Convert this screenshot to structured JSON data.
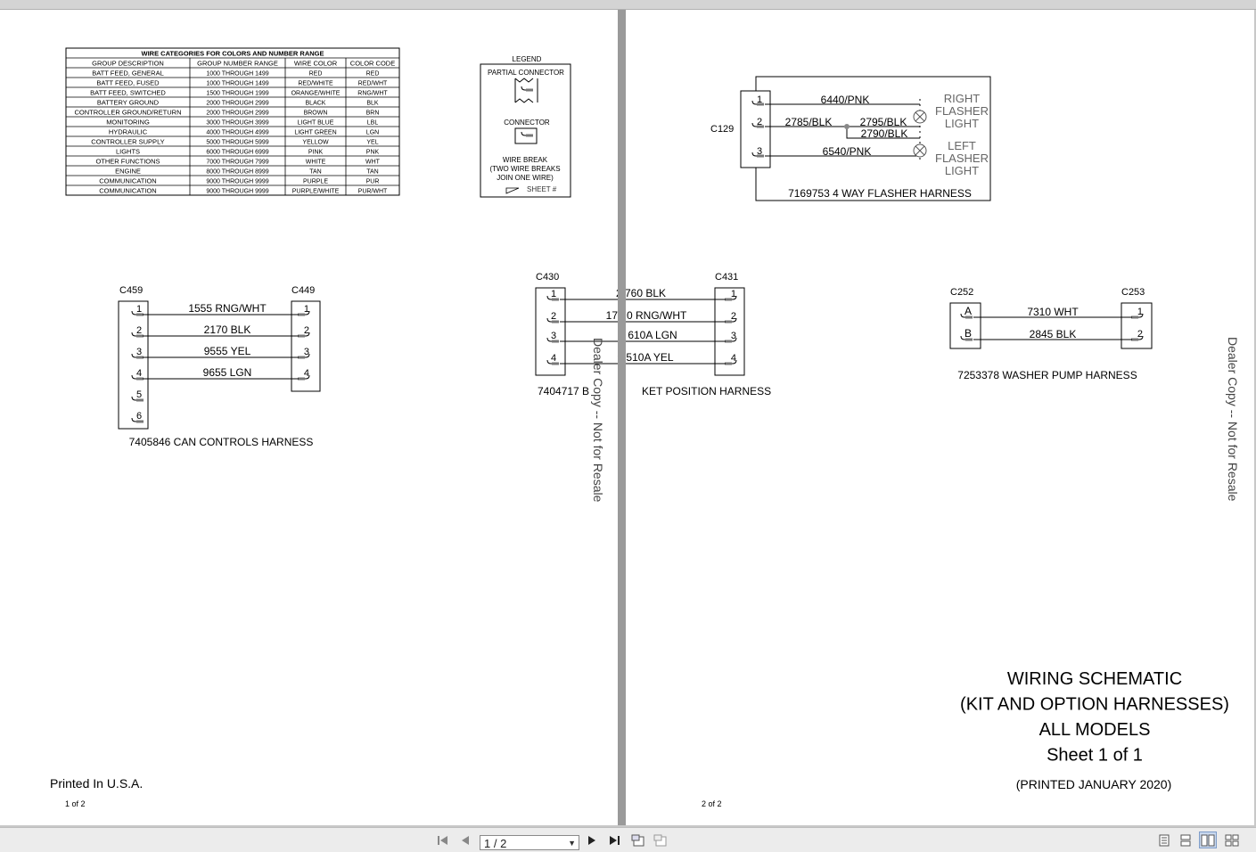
{
  "pages": [
    {
      "wire_table": {
        "title": "WIRE CATEGORIES FOR COLORS AND NUMBER RANGE",
        "headers": [
          "GROUP DESCRIPTION",
          "GROUP NUMBER RANGE",
          "WIRE COLOR",
          "COLOR CODE"
        ],
        "rows": [
          [
            "BATT FEED, GENERAL",
            "1000 THROUGH 1499",
            "RED",
            "RED"
          ],
          [
            "BATT FEED, FUSED",
            "1000 THROUGH 1499",
            "RED/WHITE",
            "RED/WHT"
          ],
          [
            "BATT FEED, SWITCHED",
            "1500 THROUGH 1999",
            "ORANGE/WHITE",
            "RNG/WHT"
          ],
          [
            "BATTERY GROUND",
            "2000 THROUGH 2999",
            "BLACK",
            "BLK"
          ],
          [
            "CONTROLLER GROUND/RETURN",
            "2000 THROUGH 2999",
            "BROWN",
            "BRN"
          ],
          [
            "MONITORING",
            "3000 THROUGH 3999",
            "LIGHT BLUE",
            "LBL"
          ],
          [
            "HYDRAULIC",
            "4000 THROUGH 4999",
            "LIGHT GREEN",
            "LGN"
          ],
          [
            "CONTROLLER SUPPLY",
            "5000 THROUGH 5999",
            "YELLOW",
            "YEL"
          ],
          [
            "LIGHTS",
            "6000 THROUGH 6999",
            "PINK",
            "PNK"
          ],
          [
            "OTHER FUNCTIONS",
            "7000 THROUGH 7999",
            "WHITE",
            "WHT"
          ],
          [
            "ENGINE",
            "8000 THROUGH 8999",
            "TAN",
            "TAN"
          ],
          [
            "COMMUNICATION",
            "9000 THROUGH 9999",
            "PURPLE",
            "PUR"
          ],
          [
            "COMMUNICATION",
            "9000 THROUGH 9999",
            "PURPLE/WHITE",
            "PUR/WHT"
          ]
        ]
      },
      "legend": {
        "title": "LEGEND",
        "partial_connector": "PARTIAL CONNECTOR",
        "connector": "CONNECTOR",
        "wire_break_lines": [
          "WIRE BREAK",
          "(TWO WIRE BREAKS",
          "JOIN ONE WIRE)"
        ],
        "sheet_label": "SHEET #"
      },
      "can_harness": {
        "left_connector": "C459",
        "right_connector": "C449",
        "left_pins": [
          "1",
          "2",
          "3",
          "4",
          "5",
          "6"
        ],
        "right_pins": [
          "1",
          "2",
          "3",
          "4"
        ],
        "wires": [
          "1555 RNG/WHT",
          "2170 BLK",
          "9555 YEL",
          "9655 LGN"
        ],
        "title": "7405846 CAN CONTROLS HARNESS"
      },
      "bucket_harness": {
        "left_connector": "C430",
        "right_connector": "C431",
        "pins": [
          "1",
          "2",
          "3",
          "4"
        ],
        "wires": [
          "2 760 BLK",
          "173 0 RNG/WHT",
          "9 610A LGN",
          "9 510A YEL"
        ],
        "title_left": "7404717 B",
        "title_right": "KET POSITION HARNESS"
      },
      "watermark": "Dealer Copy -- Not for Resale",
      "printed": "Printed In U.S.A.",
      "page_number": "1 of 2"
    },
    {
      "flasher_harness": {
        "connector": "C129",
        "pins": [
          "1",
          "2",
          "3"
        ],
        "wires": {
          "w1": "6440/PNK",
          "w2a": "2785/BLK",
          "w2b": "2795/BLK",
          "w2c": "2790/BLK",
          "w3": "6540/PNK"
        },
        "right_light": [
          "RIGHT",
          "FLASHER",
          "LIGHT"
        ],
        "left_light": [
          "LEFT",
          "FLASHER",
          "LIGHT"
        ],
        "title": "7169753 4 WAY FLASHER HARNESS"
      },
      "washer_harness": {
        "left_connector": "C252",
        "right_connector": "C253",
        "left_pins": [
          "A",
          "B"
        ],
        "right_pins": [
          "1",
          "2"
        ],
        "wires": [
          "7310 WHT",
          "2845 BLK"
        ],
        "title": "7253378 WASHER PUMP HARNESS"
      },
      "watermark": "Dealer Copy -- Not for Resale",
      "title_block": [
        "WIRING SCHEMATIC",
        "(KIT AND OPTION HARNESSES)",
        "ALL MODELS",
        "Sheet 1 of 1"
      ],
      "printed_date": "(PRINTED JANUARY 2020)",
      "page_number": "2 of 2"
    }
  ],
  "toolbar": {
    "page_indicator": "1 / 2"
  }
}
